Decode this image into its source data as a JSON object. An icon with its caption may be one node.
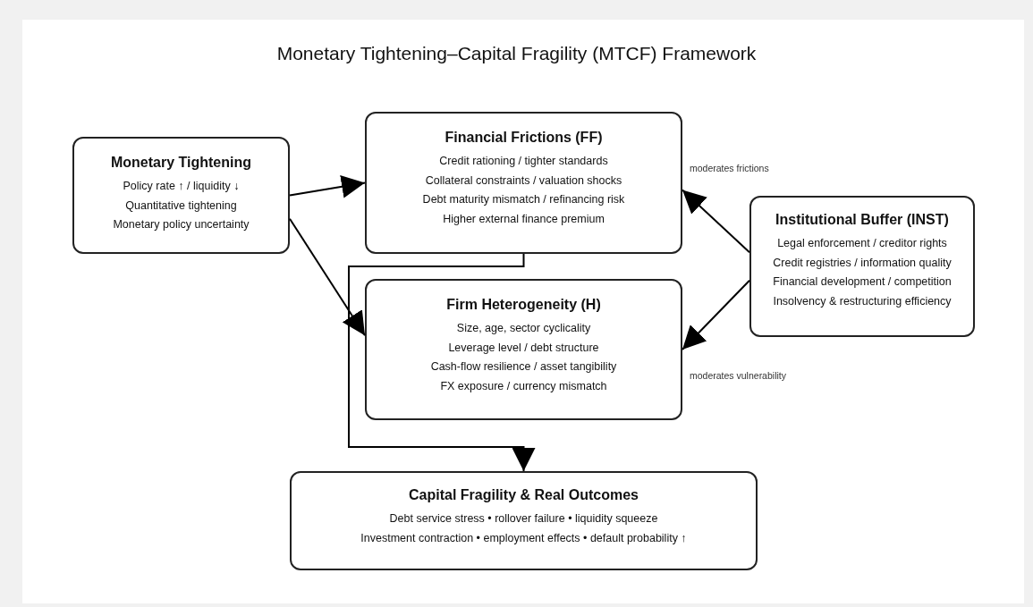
{
  "diagram": {
    "title": "Monetary Tightening–Capital Fragility (MTCF) Framework",
    "nodes": [
      {
        "text": [
          "Monetary Tightening",
          "Policy rate ↑ / liquidity ↓",
          "Quantitative tightening",
          "Monetary policy uncertainty"
        ]
      },
      {
        "text": [
          "Financial Frictions (FF)",
          "Credit rationing / tighter standards",
          "Collateral constraints / valuation shocks",
          "Debt maturity mismatch / refinancing risk",
          "Higher external finance premium"
        ]
      },
      {
        "text": [
          "Institutional Buffer (INST)",
          "Legal enforcement / creditor rights",
          "Credit registries / information quality",
          "Financial development / competition",
          "Insolvency & restructuring efficiency"
        ]
      },
      {
        "text": [
          "Firm Heterogeneity (H)",
          "Size, age, sector cyclicality",
          "Leverage level / debt structure",
          "Cash-flow resilience / asset tangibility",
          "FX exposure / currency mismatch"
        ]
      },
      {
        "text": [
          "Capital Fragility & Real Outcomes",
          "Debt service stress • rollover failure • liquidity squeeze",
          "Investment contraction • employment effects • default probability ↑"
        ]
      }
    ],
    "edges": [
      {
        "from": 0,
        "to": 1,
        "arrow": "to"
      },
      {
        "from": 0,
        "to": 3,
        "arrow": "to"
      },
      {
        "from": 2,
        "to": 1,
        "arrow": "to",
        "label": "moderates frictions"
      },
      {
        "from": 2,
        "to": 3,
        "arrow": "to",
        "label": "moderates vulnerability"
      },
      {
        "from": 1,
        "to": 4,
        "arrow": "to"
      }
    ]
  }
}
